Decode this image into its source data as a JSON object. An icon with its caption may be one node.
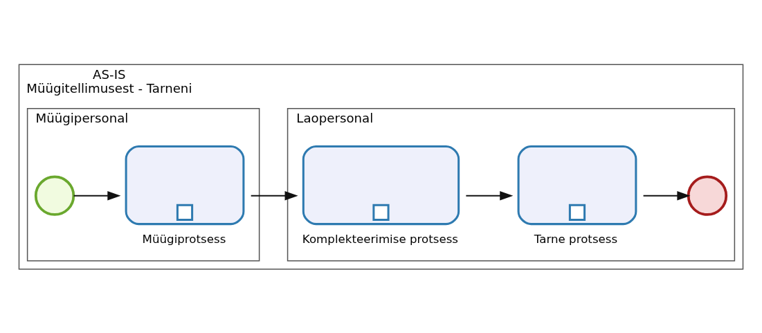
{
  "diagram": {
    "nodes": [
      {
        "text": [
          "AS-IS",
          "Müügitellimusest - Tarneni"
        ]
      },
      {
        "text": [
          "Müügipersonal"
        ],
        "in": 0
      },
      {
        "text": [],
        "shape": "circle",
        "in": 1
      },
      {
        "text": [],
        "shape": "box",
        "in": 1,
        "beside": [
          "Müügiprotsess"
        ]
      },
      {
        "text": [
          "Laopersonal"
        ],
        "in": 0
      },
      {
        "text": [],
        "shape": "box",
        "in": 4,
        "beside": [
          "Komplekteerimise protsess"
        ]
      },
      {
        "text": [],
        "shape": "box",
        "in": 4,
        "beside": [
          "Tarne protsess"
        ]
      },
      {
        "text": [],
        "shape": "circle",
        "in": 4
      }
    ],
    "edges": [
      {
        "from": 2,
        "to": 3,
        "arrow": "to"
      },
      {
        "from": 3,
        "to": 5,
        "arrow": "to"
      },
      {
        "from": 5,
        "to": 6,
        "arrow": "to"
      },
      {
        "from": 6,
        "to": 7,
        "arrow": "to"
      }
    ]
  }
}
